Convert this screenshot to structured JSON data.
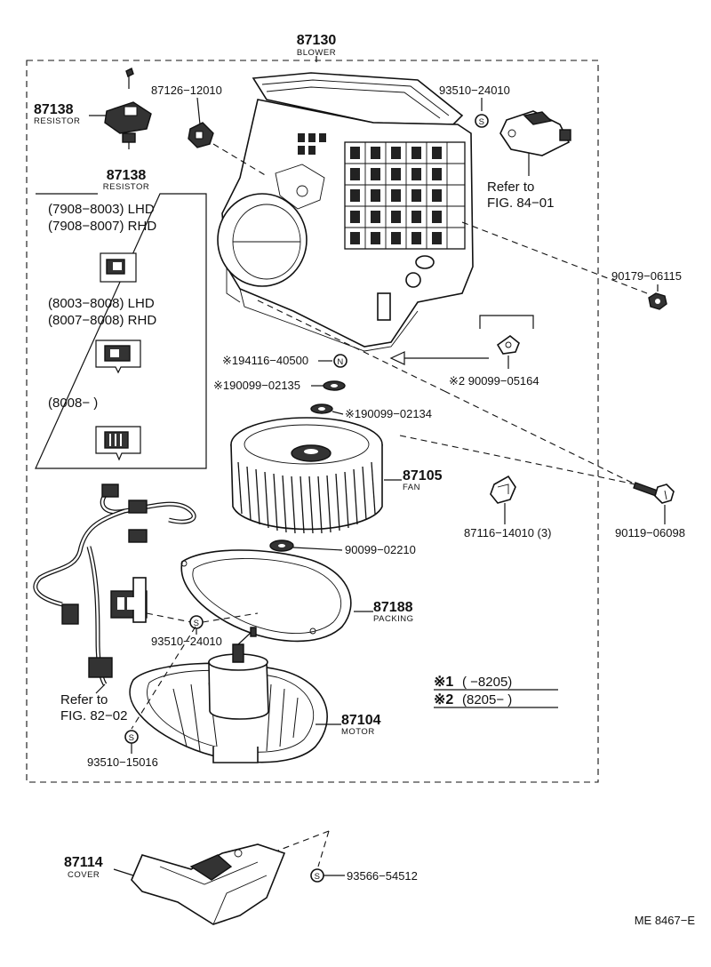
{
  "blower": {
    "part_no": "87130",
    "name": "BLOWER"
  },
  "resistor_top": {
    "part_no": "87138",
    "name": "RESISTOR"
  },
  "resistor_box": {
    "part_no": "87138",
    "name": "RESISTOR",
    "line1": "(7908−8003) LHD",
    "line2": "(7908−8007) RHD",
    "line3": "(8003−8008) LHD",
    "line4": "(8007−8008) RHD",
    "line5": "(8008−          )"
  },
  "callouts": {
    "p87126": "87126−12010",
    "p93510_top": "93510−24010",
    "p90179": "90179−06115",
    "p194116": "※194116−40500",
    "p190099_02135": "※190099−02135",
    "p290099": "※2 90099−05164",
    "p190099_02134": "※190099−02134",
    "fan_no": "87105",
    "fan_name": "FAN",
    "p87116": "87116−14010 (3)",
    "p90119": "90119−06098",
    "p90099_02210": "90099−02210",
    "packing_no": "87188",
    "packing_name": "PACKING",
    "p93510_mid": "93510−24010",
    "motor_no": "87104",
    "motor_name": "MOTOR",
    "p93510_15016": "93510−15016",
    "cover_no": "87114",
    "cover_name": "COVER",
    "p93566": "93566−54512"
  },
  "refer_top": {
    "line1": "Refer to",
    "line2": "FIG. 84−01"
  },
  "refer_left": {
    "line1": "Refer to",
    "line2": "FIG. 82−02"
  },
  "legend": {
    "mark1": "※1",
    "range1": "(        −8205)",
    "mark2": "※2",
    "range2": "(8205−            )"
  },
  "footer_code": "ME 8467−E",
  "symbol_s": "S",
  "symbol_n": "N"
}
